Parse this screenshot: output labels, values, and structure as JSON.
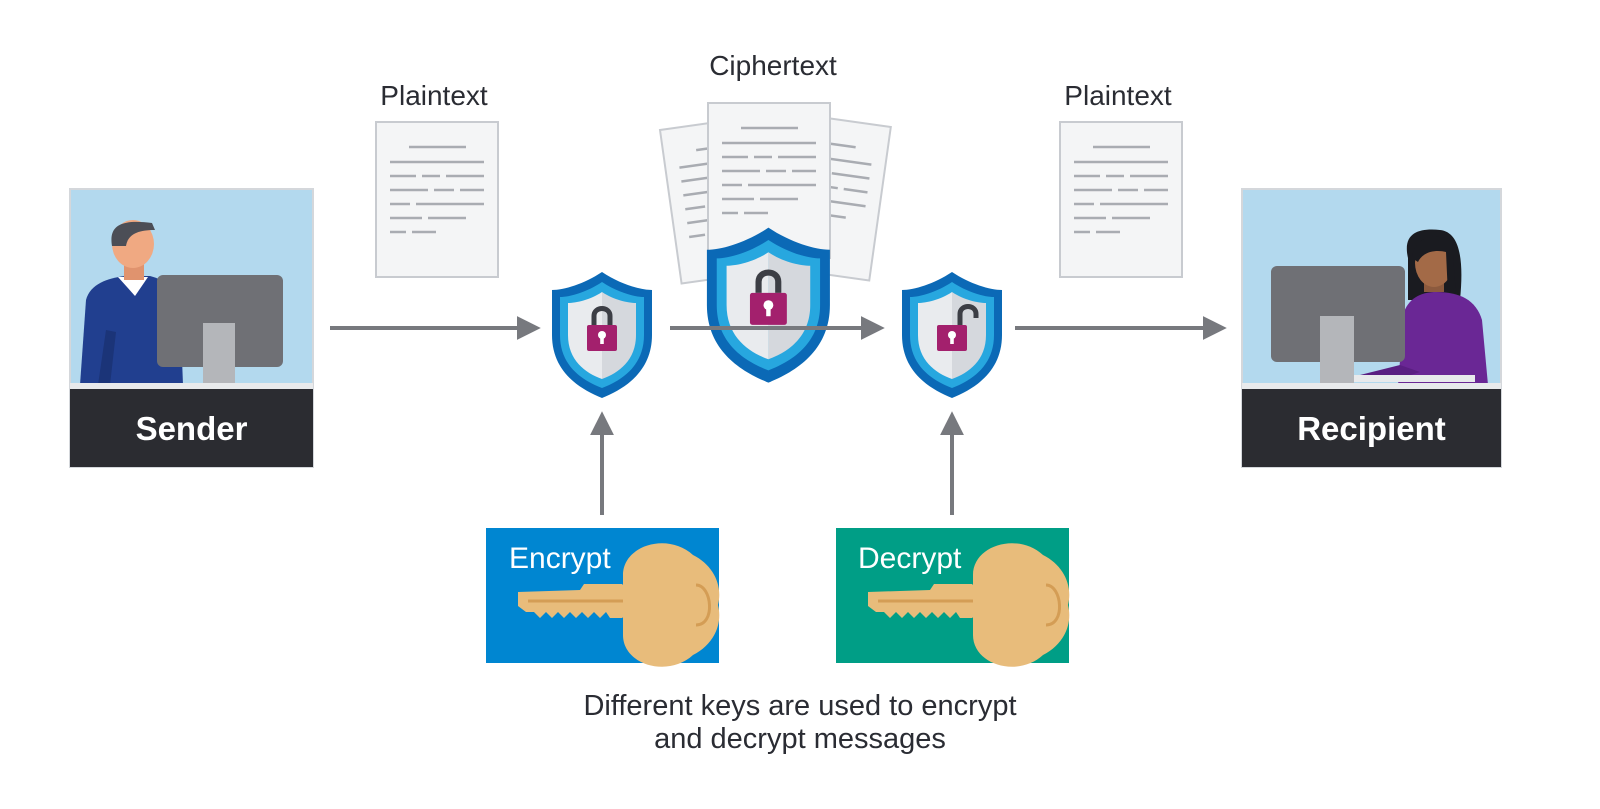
{
  "labels": {
    "plaintext_left": "Plaintext",
    "ciphertext": "Ciphertext",
    "plaintext_right": "Plaintext",
    "sender": "Sender",
    "recipient": "Recipient",
    "encrypt": "Encrypt",
    "decrypt": "Decrypt"
  },
  "caption": {
    "line1": "Different keys are used to encrypt",
    "line2": "and decrypt messages"
  },
  "icons": {
    "encrypt_shield": "shield-locked-icon",
    "decrypt_shield": "shield-unlocked-icon",
    "ciphertext_shield": "shield-locked-icon",
    "key": "key-icon",
    "document": "document-icon"
  },
  "colors": {
    "panel_sky": "#b3d9ee",
    "caption_bar": "#2b2c31",
    "encrypt_box": "#0086d1",
    "decrypt_box": "#009e86",
    "key": "#e8bc7b",
    "shield_outer": "#0b69b6",
    "shield_inner": "#27a7df",
    "lock": "#a3206d",
    "arrow": "#77797e",
    "sender_shirt": "#213f8f",
    "recipient_shirt": "#6a2795"
  }
}
